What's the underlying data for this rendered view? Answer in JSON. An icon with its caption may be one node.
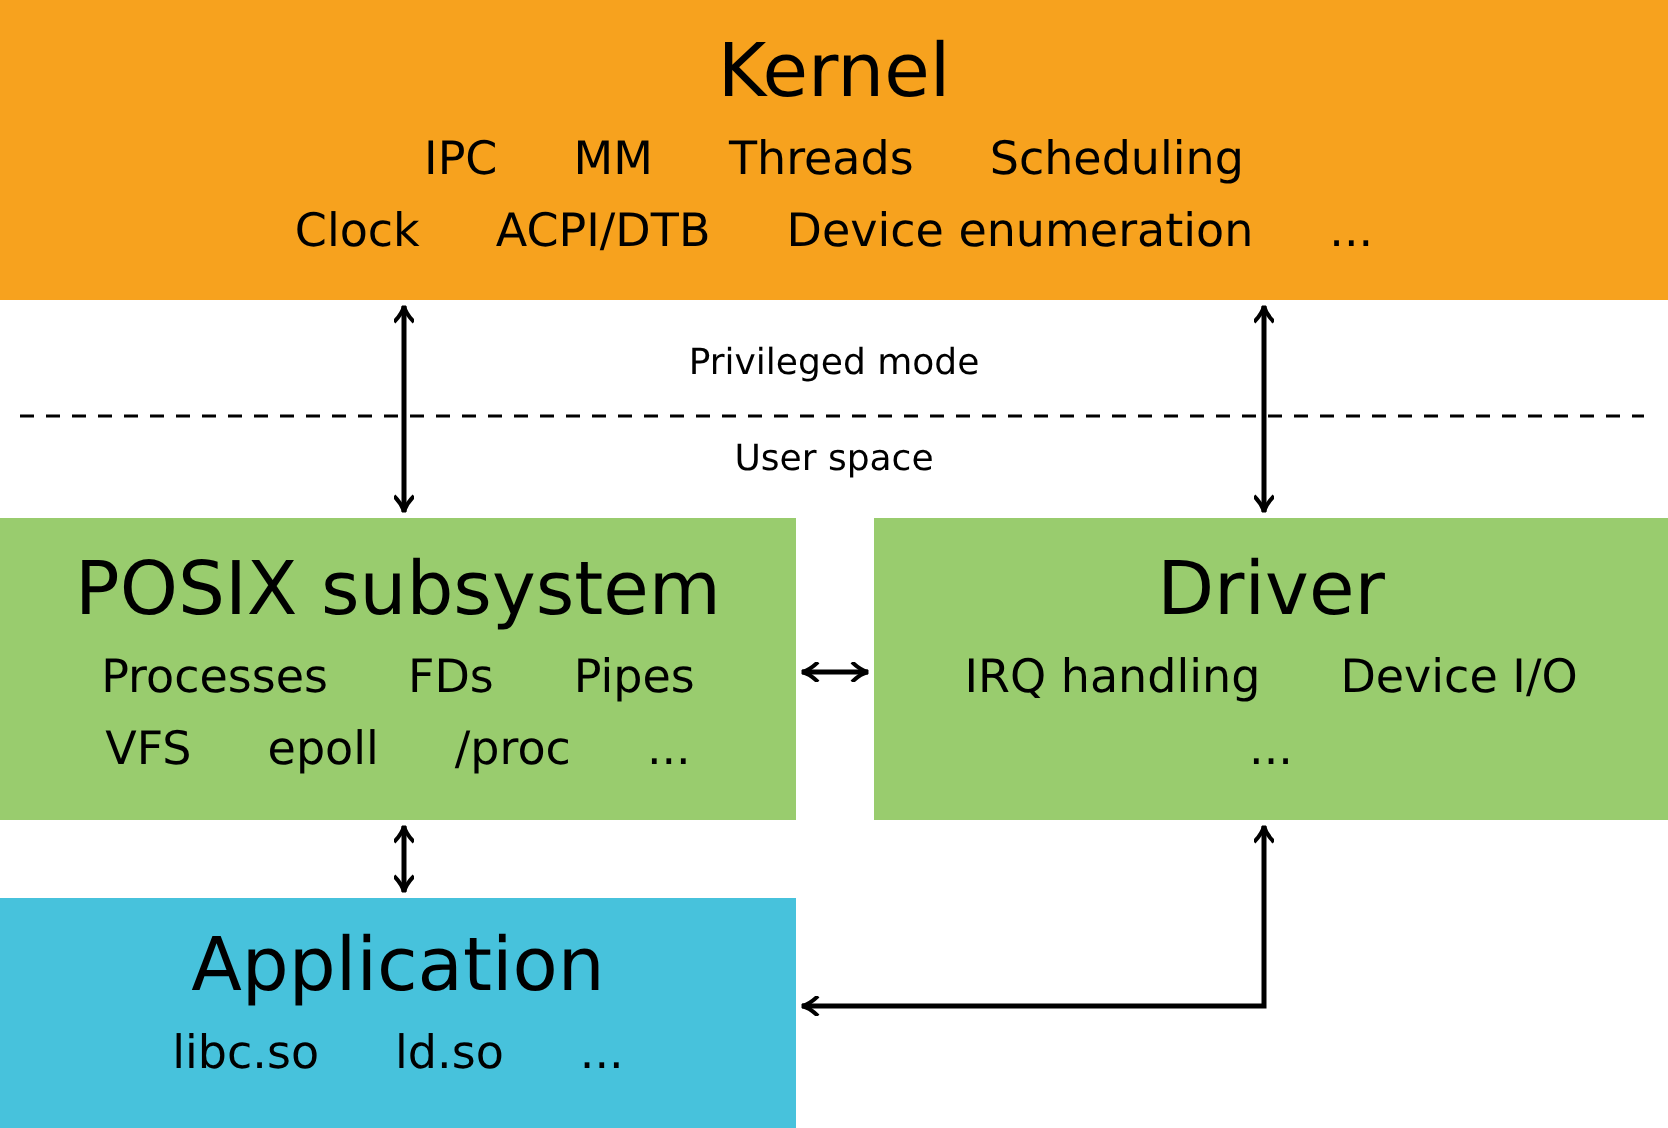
{
  "diagram": {
    "nodes": [
      {
        "text": [
          "Kernel",
          "IPC",
          "MM",
          "Threads",
          "Scheduling",
          "Clock",
          "ACPI/DTB",
          "Device enumeration",
          "..."
        ]
      },
      {
        "text": [
          "POSIX subsystem",
          "Processes",
          "FDs",
          "Pipes",
          "VFS",
          "epoll",
          "/proc",
          "..."
        ]
      },
      {
        "text": [
          "Driver",
          "IRQ handling",
          "Device I/O",
          "..."
        ]
      },
      {
        "text": [
          "Application",
          "libc.so",
          "ld.so",
          "..."
        ]
      }
    ],
    "edges": [
      {
        "from": 0,
        "to": 1,
        "arrow": "both"
      },
      {
        "from": 0,
        "to": 2,
        "arrow": "both"
      },
      {
        "from": 1,
        "to": 2,
        "arrow": "both"
      },
      {
        "from": 1,
        "to": 3,
        "arrow": "both"
      },
      {
        "from": 2,
        "to": 3,
        "arrow": "both"
      }
    ],
    "labels": [
      "Privileged mode",
      "User space"
    ]
  }
}
